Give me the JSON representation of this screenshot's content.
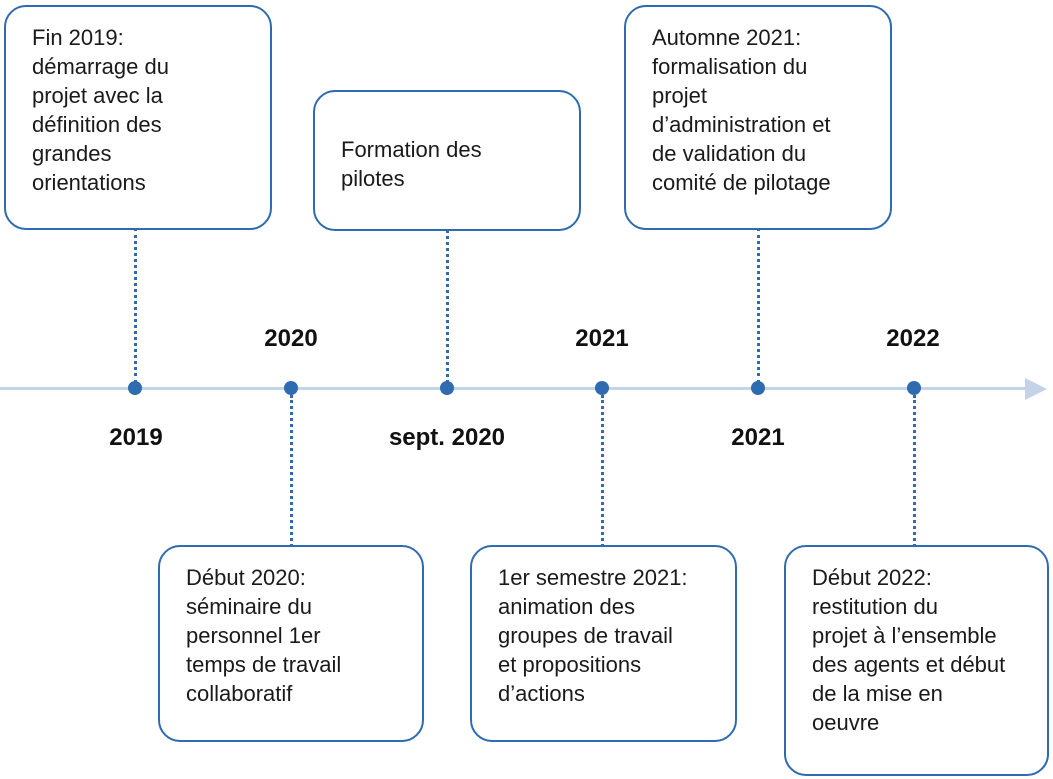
{
  "events": [
    {
      "date": "2019",
      "text": "Fin 2019:\ndémarrage du\nprojet avec la\ndéfinition des\ngrandes\norientations"
    },
    {
      "date": "2020",
      "text": "Début 2020:\nséminaire du\npersonnel 1er\ntemps de travail\ncollaboratif"
    },
    {
      "date": "sept. 2020",
      "text": "Formation des\npilotes"
    },
    {
      "date": "2021",
      "text": "1er semestre 2021:\nanimation des\ngroupes de travail\net propositions\nd’actions"
    },
    {
      "date": "2021",
      "text": "Automne 2021:\nformalisation du\nprojet\nd’administration et\nde validation du\ncomité de pilotage"
    },
    {
      "date": "2022",
      "text": "Début 2022:\nrestitution du\nprojet à l’ensemble\ndes agents et début\nde la mise en\noeuvre"
    }
  ],
  "colors": {
    "accent": "#2e6bb0",
    "axis": "#c5d3e8"
  }
}
